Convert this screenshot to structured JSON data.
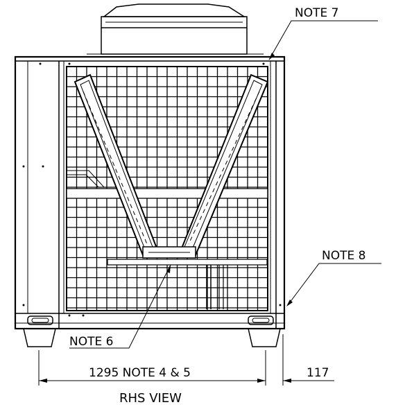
{
  "labels": {
    "note7": "NOTE 7",
    "note8": "NOTE 8",
    "note6": "NOTE 6",
    "dim_main": "1295 NOTE 4 & 5",
    "dim_side": "117",
    "view_title": "RHS VIEW"
  },
  "colors": {
    "ink": "#000000",
    "paper": "#ffffff"
  }
}
